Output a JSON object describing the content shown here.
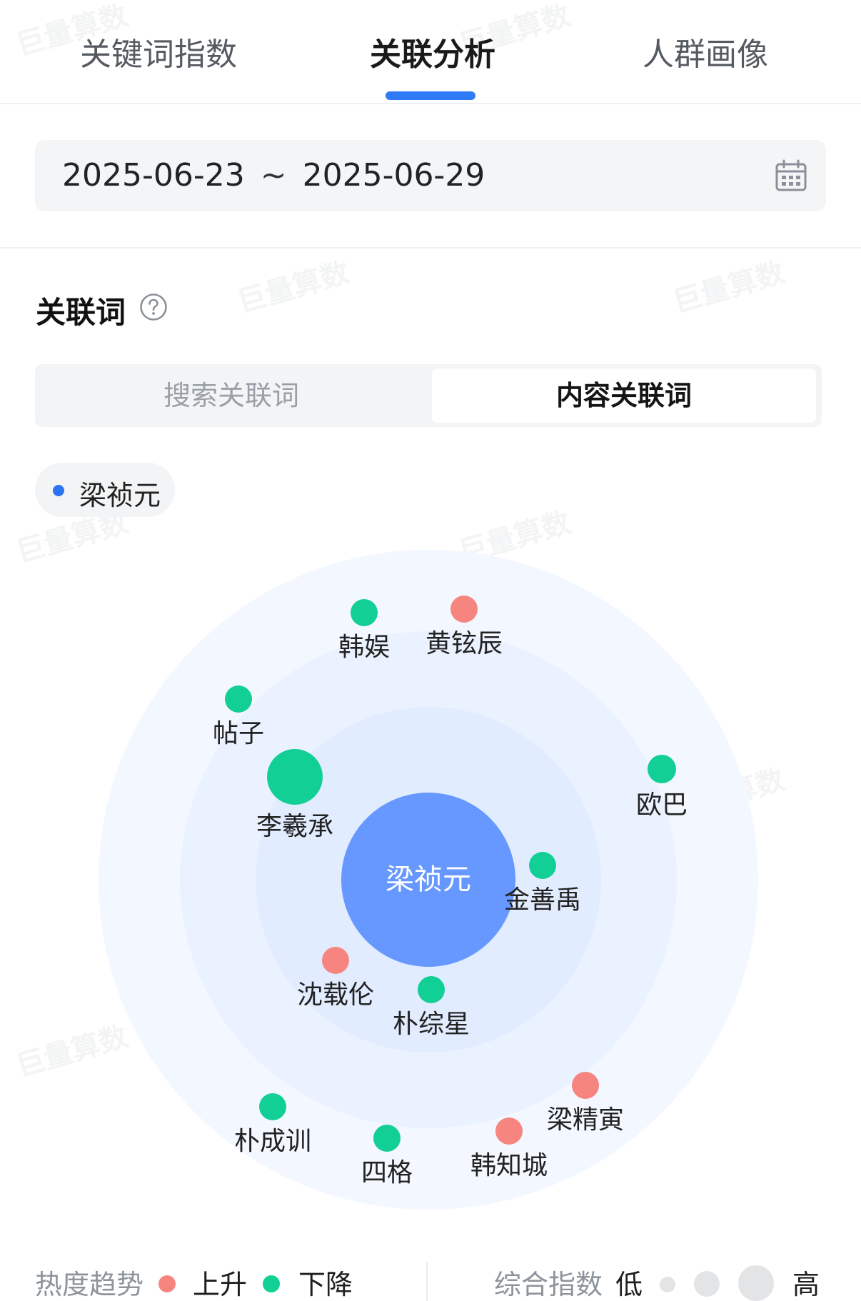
{
  "tabs": [
    {
      "label": "关键词指数",
      "active": false
    },
    {
      "label": "关联分析",
      "active": true
    },
    {
      "label": "人群画像",
      "active": false
    }
  ],
  "date_range": {
    "start": "2025-06-23",
    "separator": "~",
    "end": "2025-06-29"
  },
  "section": {
    "title": "关联词",
    "help_icon": "question-circle-icon"
  },
  "segment": {
    "options": [
      "搜索关联词",
      "内容关联词"
    ],
    "selected": "内容关联词"
  },
  "legend_chip": {
    "label": "梁祯元",
    "color": "#2d74f3"
  },
  "graph": {
    "center": "梁祯元",
    "colors": {
      "up": "#f7857f",
      "down": "#12cf96",
      "center": "#6698ff"
    },
    "nodes": [
      {
        "label": "韩娱",
        "trend": "down",
        "size": "small"
      },
      {
        "label": "黄铉辰",
        "trend": "up",
        "size": "small"
      },
      {
        "label": "帖子",
        "trend": "down",
        "size": "small"
      },
      {
        "label": "欧巴",
        "trend": "down",
        "size": "small"
      },
      {
        "label": "李羲承",
        "trend": "down",
        "size": "large"
      },
      {
        "label": "金善禹",
        "trend": "down",
        "size": "small"
      },
      {
        "label": "沈载伦",
        "trend": "up",
        "size": "small"
      },
      {
        "label": "朴综星",
        "trend": "down",
        "size": "small"
      },
      {
        "label": "梁精寅",
        "trend": "up",
        "size": "small"
      },
      {
        "label": "韩知城",
        "trend": "up",
        "size": "small"
      },
      {
        "label": "朴成训",
        "trend": "down",
        "size": "small"
      },
      {
        "label": "四格",
        "trend": "down",
        "size": "small"
      }
    ]
  },
  "footer": {
    "trend_title": "热度趋势",
    "up_label": "上升",
    "down_label": "下降",
    "index_title": "综合指数",
    "low_label": "低",
    "high_label": "高"
  },
  "watermark": "巨量算数"
}
